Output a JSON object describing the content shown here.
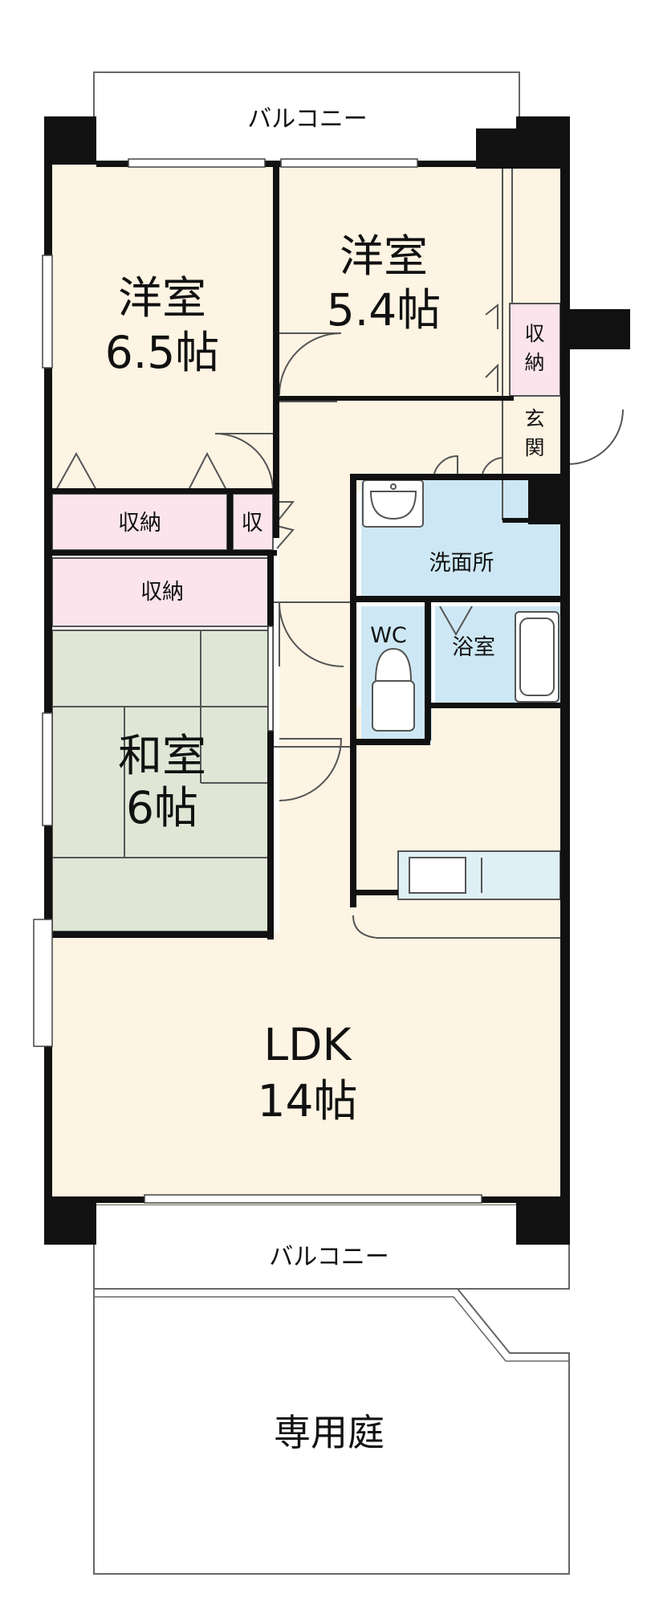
{
  "rooms": {
    "western_a": {
      "name": "洋室",
      "size": "6.5帖"
    },
    "western_b": {
      "name": "洋室",
      "size": "5.4帖"
    },
    "japanese": {
      "name": "和室",
      "size": "6帖"
    },
    "ldk": {
      "name": "LDK",
      "size": "14帖"
    },
    "washroom": "洗面所",
    "wc": "WC",
    "bath": "浴室",
    "entrance": [
      "玄",
      "関"
    ],
    "closet_a": "収納",
    "closet_b": "収納",
    "closet_small": "収",
    "closet_right": [
      "収",
      "納"
    ]
  },
  "outdoor": {
    "balcony_top": "バルコニー",
    "balcony_bottom": "バルコニー",
    "garden": "専用庭"
  },
  "colors": {
    "floor": "#fdf4e3",
    "closet": "#fbe4ec",
    "tatami": "#dfe6d6",
    "wet_area": "#cde8f4",
    "wall": "#111111",
    "line": "#555555"
  }
}
